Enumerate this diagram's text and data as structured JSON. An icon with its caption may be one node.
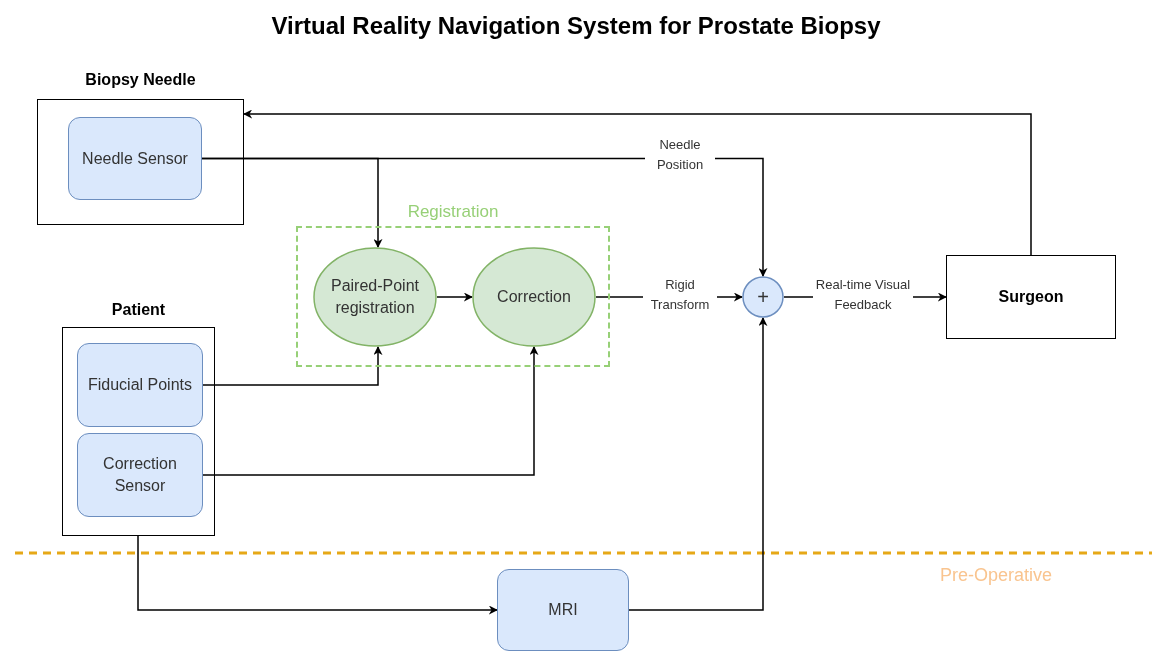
{
  "diagram": {
    "title": "Virtual Reality Navigation System for Prostate Biopsy",
    "nodes": [
      {
        "text": [
          "Biopsy Needle"
        ]
      },
      {
        "text": [
          "Needle Sensor"
        ],
        "in": 0
      },
      {
        "text": [
          "Registration"
        ]
      },
      {
        "text": [
          "Paired-Point registration"
        ],
        "in": 2
      },
      {
        "text": [
          "Correction"
        ],
        "in": 2
      },
      {
        "text": [
          "Patient"
        ]
      },
      {
        "text": [
          "Fiducial Points"
        ],
        "in": 5
      },
      {
        "text": [
          "Correction Sensor"
        ],
        "in": 5
      },
      {
        "text": [
          "+"
        ]
      },
      {
        "text": [
          "Surgeon"
        ]
      },
      {
        "text": [
          "MRI"
        ]
      }
    ],
    "edges": [
      {
        "from": 1,
        "to": 3,
        "arrow": "to"
      },
      {
        "from": 1,
        "to": 8,
        "arrow": "to",
        "label": "Needle Position"
      },
      {
        "from": 3,
        "to": 4,
        "arrow": "to"
      },
      {
        "from": 4,
        "to": 8,
        "arrow": "to",
        "label": "Rigid Transform"
      },
      {
        "from": 8,
        "to": 9,
        "arrow": "to",
        "label": "Real-time Visual Feedback"
      },
      {
        "from": 9,
        "to": 0,
        "arrow": "to"
      },
      {
        "from": 6,
        "to": 3,
        "arrow": "to"
      },
      {
        "from": 7,
        "to": 4,
        "arrow": "to"
      },
      {
        "from": 5,
        "to": 10,
        "arrow": "to"
      },
      {
        "from": 10,
        "to": 8,
        "arrow": "to"
      }
    ],
    "labels": [
      "Pre-Operative"
    ]
  }
}
